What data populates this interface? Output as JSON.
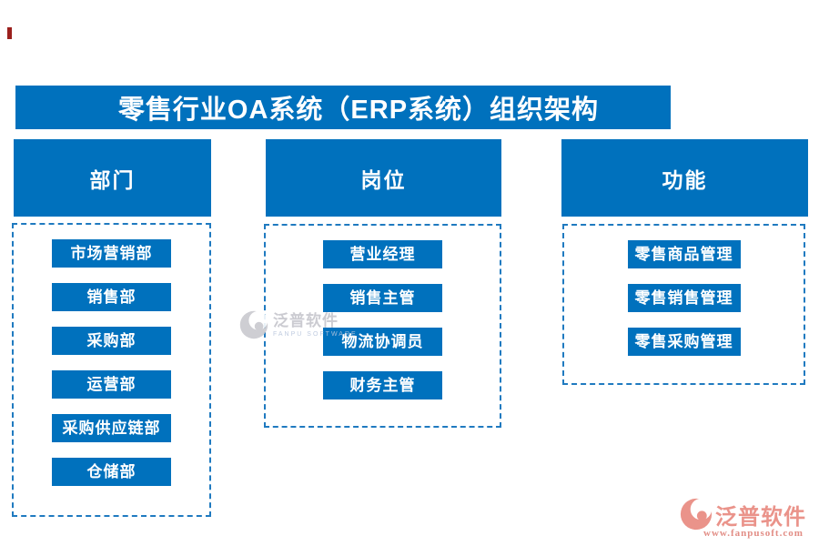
{
  "title": "零售行业OA系统（ERP系统）组织架构",
  "columns": [
    {
      "header": "部门",
      "items": [
        "市场营销部",
        "销售部",
        "采购部",
        "运营部",
        "采购供应链部",
        "仓储部"
      ]
    },
    {
      "header": "岗位",
      "items": [
        "营业经理",
        "销售主管",
        "物流协调员",
        "财务主管"
      ]
    },
    {
      "header": "功能",
      "items": [
        "零售商品管理",
        "零售销售管理",
        "零售采购管理"
      ]
    }
  ],
  "watermark_center": {
    "brand": "泛普软件",
    "sub": "FANPU SOFTWARE"
  },
  "watermark_corner": {
    "brand": "泛普软件",
    "url": "www.fanpusoft.com"
  },
  "colors": {
    "primary_blue": "#0071bd",
    "dashed_border_blue": "#1f7ac0",
    "watermark_gray": "#c6c6cd",
    "watermark_salmon": "#ea938a"
  }
}
